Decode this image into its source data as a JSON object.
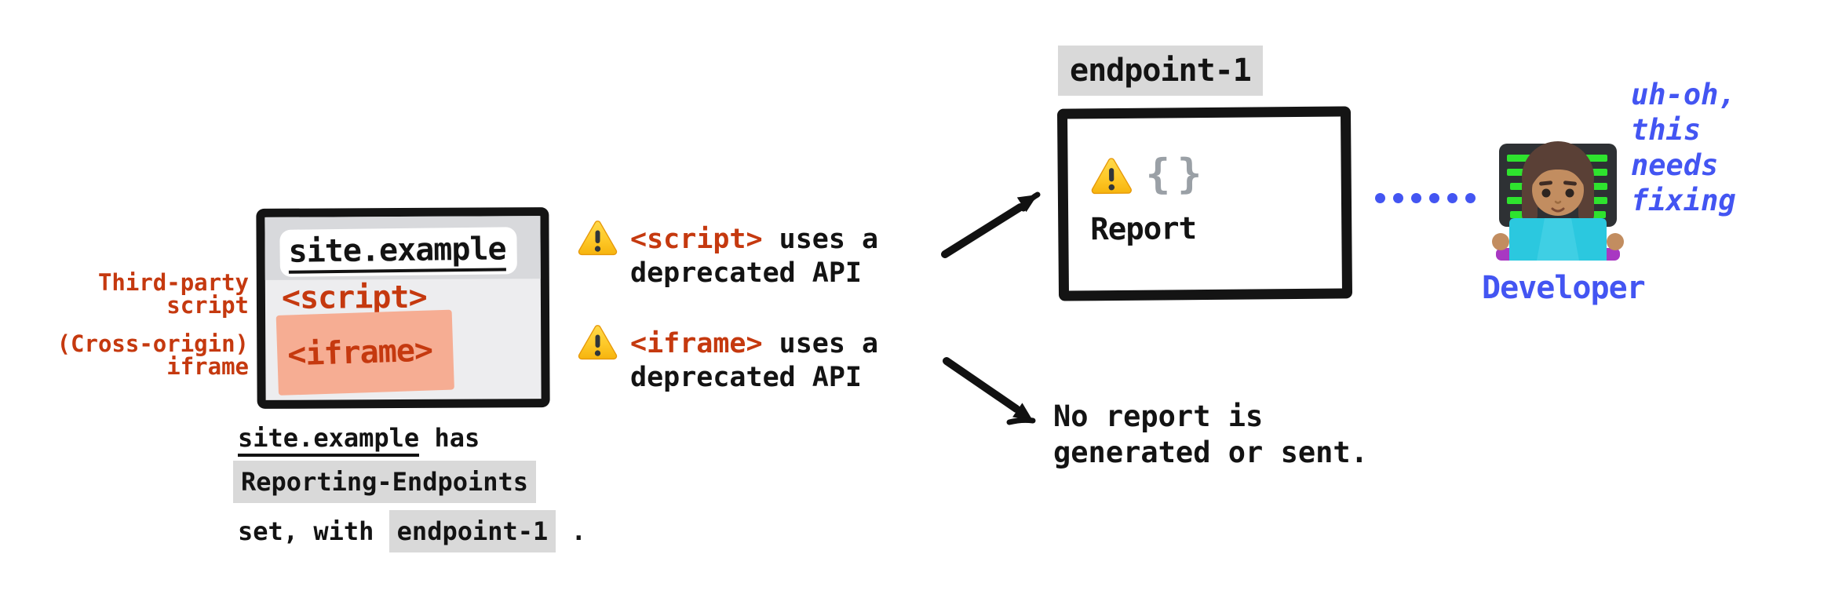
{
  "colors": {
    "accent_red": "#c5390f",
    "accent_blue": "#4355f2",
    "chip_gray": "#d9d9d9",
    "iframe_highlight": "#f6ad93",
    "warning_yellow": "#ffcd2e",
    "ink": "#131313"
  },
  "icons": {
    "warning": "⚠",
    "developer_emoji": "woman-technologist"
  },
  "site_window": {
    "title": "site.example",
    "script_tag": "<script>",
    "iframe_tag": "<iframe>",
    "side_labels": {
      "third_party_line1": "Third-party",
      "third_party_line2": "script",
      "cross_origin_line1": "(Cross-origin)",
      "cross_origin_line2": "iframe"
    }
  },
  "caption": {
    "domain": "site.example",
    "has": " has",
    "header_name": "Reporting-Endpoints",
    "set_with": "set, with ",
    "endpoint": "endpoint-1",
    "period": " ."
  },
  "warnings": [
    {
      "tag": "<script>",
      "rest": " uses a",
      "line2": "deprecated API"
    },
    {
      "tag": "<iframe>",
      "rest": " uses a",
      "line2": "deprecated API"
    }
  ],
  "endpoint_box": {
    "label": "endpoint-1",
    "braces": "{}",
    "report": "Report"
  },
  "no_report": {
    "line1": "No report is",
    "line2": "generated or sent."
  },
  "developer": {
    "label": "Developer",
    "thought_line1": "uh-oh,",
    "thought_line2": "this",
    "thought_line3": "needs",
    "thought_line4": "fixing"
  }
}
